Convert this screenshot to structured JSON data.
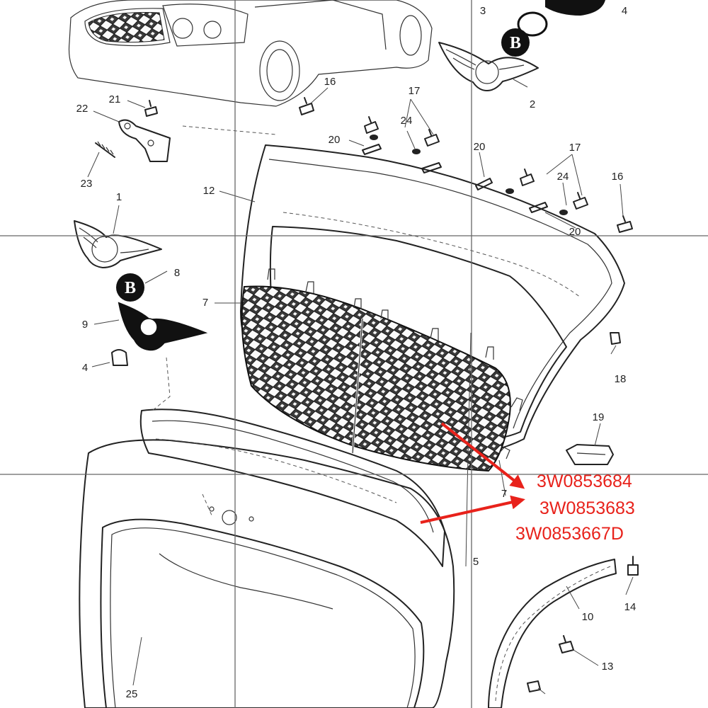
{
  "callouts": [
    "1",
    "2",
    "3",
    "4",
    "4",
    "5",
    "7",
    "7",
    "8",
    "9",
    "10",
    "12",
    "13",
    "14",
    "16",
    "16",
    "17",
    "17",
    "18",
    "19",
    "20",
    "20",
    "20",
    "21",
    "22",
    "23",
    "24",
    "24",
    "25"
  ],
  "part_numbers": [
    "3W0853684",
    "3W0853683",
    "3W0853667D"
  ],
  "colors": {
    "annotation": "#e8221b",
    "line": "#222222",
    "mesh": "#3a3a3a",
    "badge": "#111111"
  }
}
